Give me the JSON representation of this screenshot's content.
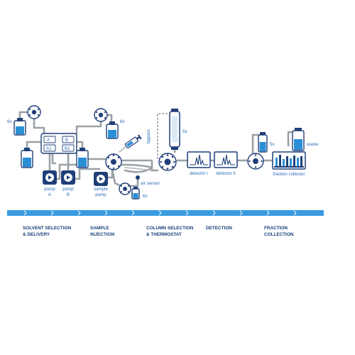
{
  "labels": {
    "bottle_top_left": "6x",
    "bottle_top_right": "6x",
    "mixer_a": "A",
    "mixer_b": "B",
    "mixer_a1": "A1",
    "mixer_b1": "B1",
    "pump_a_line1": "pump",
    "pump_a_line2": "A",
    "pump_b_line1": "pump",
    "pump_b_line2": "B",
    "sample_pump_line1": "sample",
    "sample_pump_line2": "pump",
    "air_sensor": "air sensor",
    "sample_bottles": "6x",
    "bypass": "bypass",
    "column_count": "5x",
    "detector_1": "detector I",
    "detector_2": "detector II",
    "collector_bottle": "5x",
    "waste": "waste",
    "fraction_collector": "fraction collector"
  },
  "stages": [
    {
      "line1": "SOLVENT SELECTION",
      "line2": "& DELIVERY"
    },
    {
      "line1": "SAMPLE",
      "line2": "INJECTION"
    },
    {
      "line1": "COLUMN SELECTION",
      "line2": "& THERMOSTAT"
    },
    {
      "line1": "DETECTION",
      "line2": ""
    },
    {
      "line1": "FRACTION",
      "line2": "COLLECTION"
    }
  ],
  "colors": {
    "dark_blue": "#1f3f78",
    "accent_blue": "#2b8fd6",
    "pipe_gray": "#9aa0a6",
    "timeline": "#3a9be0"
  }
}
